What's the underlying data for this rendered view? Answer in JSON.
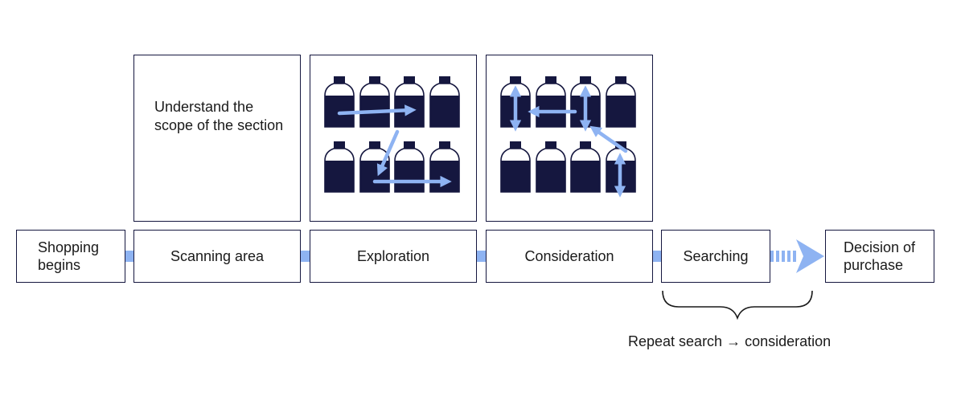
{
  "stages": [
    {
      "label": "Shopping begins"
    },
    {
      "label": "Scanning area"
    },
    {
      "label": "Exploration"
    },
    {
      "label": "Consideration"
    },
    {
      "label": "Searching"
    },
    {
      "label": "Decision of purchase"
    }
  ],
  "panels": {
    "scanning_description": "Understand the scope of the section"
  },
  "repeat_note": "Repeat search →  consideration",
  "colors": {
    "border": "#15173f",
    "bottle": "#15173f",
    "arrow": "#8eb3f2",
    "connector": "#8eb3f2"
  }
}
